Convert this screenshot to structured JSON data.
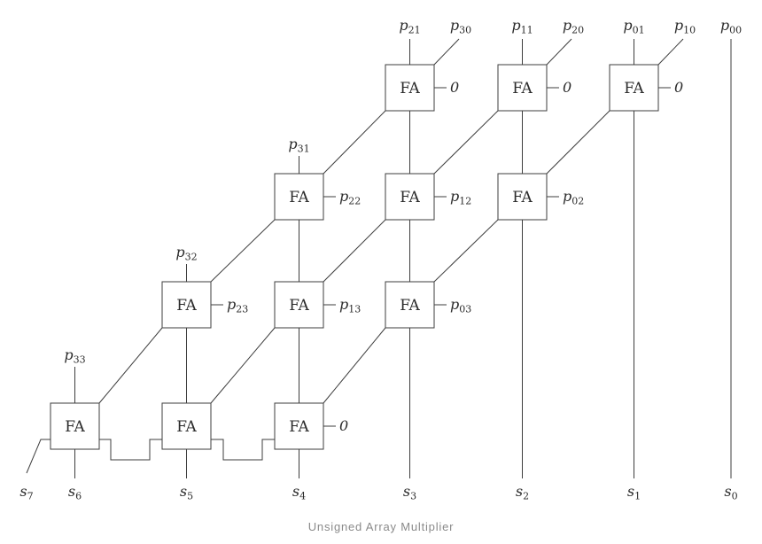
{
  "diagram": {
    "caption": "Unsigned Array Multiplier",
    "fa_label": "FA",
    "colors": {
      "wire": "#3d3d3d",
      "text": "#2b2b2b",
      "caption": "#8a8a8a",
      "box_fill": "#ffffff",
      "background": "#ffffff"
    },
    "inputs": {
      "top": [
        {
          "base": "p",
          "sub": "21"
        },
        {
          "base": "p",
          "sub": "30"
        },
        {
          "base": "p",
          "sub": "11"
        },
        {
          "base": "p",
          "sub": "20"
        },
        {
          "base": "p",
          "sub": "01"
        },
        {
          "base": "p",
          "sub": "10"
        },
        {
          "base": "p",
          "sub": "00"
        }
      ],
      "row_tops": [
        {
          "base": "p",
          "sub": "31"
        },
        {
          "base": "p",
          "sub": "32"
        },
        {
          "base": "p",
          "sub": "33"
        }
      ],
      "side_row1": [
        {
          "base": "0",
          "sub": ""
        },
        {
          "base": "0",
          "sub": ""
        },
        {
          "base": "0",
          "sub": ""
        }
      ],
      "side_row2": [
        {
          "base": "p",
          "sub": "22"
        },
        {
          "base": "p",
          "sub": "12"
        },
        {
          "base": "p",
          "sub": "02"
        }
      ],
      "side_row3": [
        {
          "base": "p",
          "sub": "23"
        },
        {
          "base": "p",
          "sub": "13"
        },
        {
          "base": "p",
          "sub": "03"
        }
      ],
      "side_row4": {
        "base": "0",
        "sub": ""
      }
    },
    "outputs": [
      {
        "base": "s",
        "sub": "7"
      },
      {
        "base": "s",
        "sub": "6"
      },
      {
        "base": "s",
        "sub": "5"
      },
      {
        "base": "s",
        "sub": "4"
      },
      {
        "base": "s",
        "sub": "3"
      },
      {
        "base": "s",
        "sub": "2"
      },
      {
        "base": "s",
        "sub": "1"
      },
      {
        "base": "s",
        "sub": "0"
      }
    ]
  }
}
